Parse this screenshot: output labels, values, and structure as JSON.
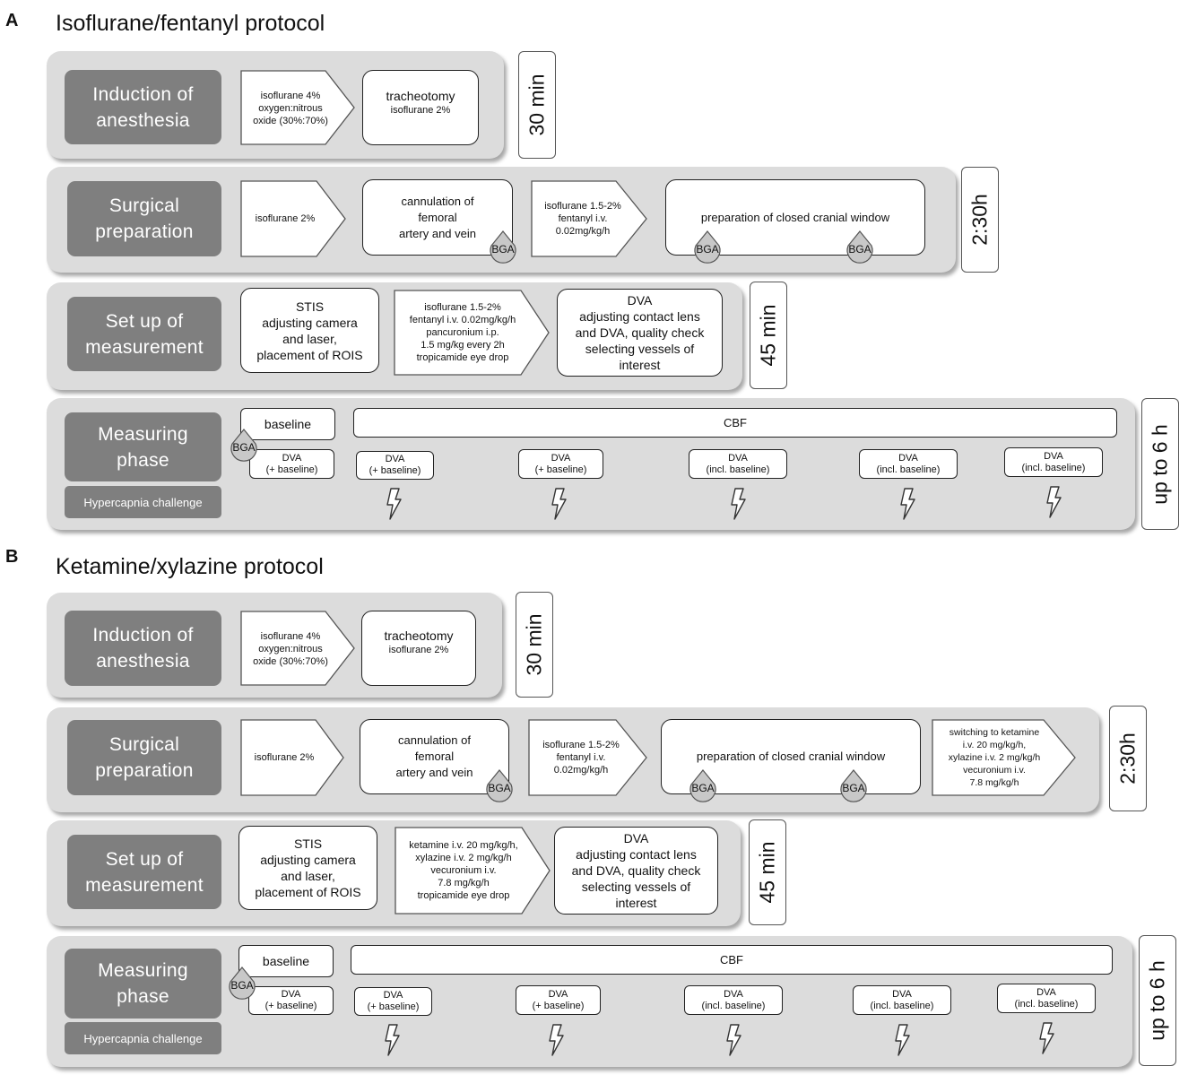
{
  "panels": [
    {
      "label": "A",
      "title": "Isoflurane/fentanyl protocol",
      "rows": {
        "induction": {
          "phase": "Induction of\nanesthesia",
          "arrow": "isoflurane 4%\noxygen:nitrous\noxide (30%:70%)",
          "box_title": "tracheotomy",
          "box_sub": "isoflurane 2%",
          "time": "30 min"
        },
        "surgical": {
          "phase": "Surgical\npreparation",
          "arrow1": "isoflurane 2%",
          "box1": "cannulation of\nfemoral\nartery and vein",
          "arrow2": "isoflurane 1.5-2%\nfentanyl i.v.\n0.02mg/kg/h",
          "box2": "preparation of closed cranial window",
          "bga": "BGA",
          "time": "2:30h"
        },
        "setup": {
          "phase": "Set up of\nmeasurement",
          "box1": "STIS\nadjusting camera\nand laser,\nplacement of ROIS",
          "arrow": "isoflurane 1.5-2%\nfentanyl i.v. 0.02mg/kg/h\npancuronium i.p.\n1.5 mg/kg every 2h\ntropicamide eye drop",
          "box2": "DVA\nadjusting contact lens\nand DVA, quality check\nselecting vessels of\ninterest",
          "time": "45 min"
        },
        "measuring": {
          "phase": "Measuring\nphase",
          "hypercapnia": "Hypercapnia challenge",
          "baseline": "baseline",
          "cbf": "CBF",
          "bga": "BGA",
          "dva": [
            "DVA\n(+ baseline)",
            "DVA\n(+ baseline)",
            "DVA\n(+ baseline)",
            "DVA\n(incl. baseline)",
            "DVA\n(incl. baseline)",
            "DVA\n(incl. baseline)"
          ],
          "time": "up to 6 h"
        }
      }
    },
    {
      "label": "B",
      "title": "Ketamine/xylazine protocol",
      "rows": {
        "induction": {
          "phase": "Induction of\nanesthesia",
          "arrow": "isoflurane 4%\noxygen:nitrous\noxide (30%:70%)",
          "box_title": "tracheotomy",
          "box_sub": "isoflurane 2%",
          "time": "30 min"
        },
        "surgical": {
          "phase": "Surgical\npreparation",
          "arrow1": "isoflurane 2%",
          "box1": "cannulation of\nfemoral\nartery and vein",
          "arrow2": "isoflurane 1.5-2%\nfentanyl i.v.\n0.02mg/kg/h",
          "box2": "preparation of closed cranial window",
          "arrow3": "switching to ketamine\ni.v. 20 mg/kg/h,\nxylazine i.v. 2 mg/kg/h\nvecuronium i.v.\n7.8 mg/kg/h",
          "bga": "BGA",
          "time": "2:30h"
        },
        "setup": {
          "phase": "Set up of\nmeasurement",
          "box1": "STIS\nadjusting camera\nand laser,\nplacement of ROIS",
          "arrow": "ketamine i.v. 20 mg/kg/h,\nxylazine i.v. 2 mg/kg/h\nvecuronium i.v.\n7.8 mg/kg/h\ntropicamide eye drop",
          "box2": "DVA\nadjusting contact lens\nand DVA, quality check\nselecting vessels of\ninterest",
          "time": "45 min"
        },
        "measuring": {
          "phase": "Measuring\nphase",
          "hypercapnia": "Hypercapnia challenge",
          "baseline": "baseline",
          "cbf": "CBF",
          "bga": "BGA",
          "dva": [
            "DVA\n(+ baseline)",
            "DVA\n(+ baseline)",
            "DVA\n(+ baseline)",
            "DVA\n(incl. baseline)",
            "DVA\n(incl. baseline)",
            "DVA\n(incl. baseline)"
          ],
          "time": "up to 6 h"
        }
      }
    }
  ],
  "icons": {
    "bga": "blood-drop-icon",
    "stimulus": "lightning-bolt-icon"
  },
  "colors": {
    "row_background": "#dcdcdc",
    "phase_background": "#7f7f7f",
    "box_background": "#ffffff",
    "bga_drop": "#c8c8c8"
  }
}
